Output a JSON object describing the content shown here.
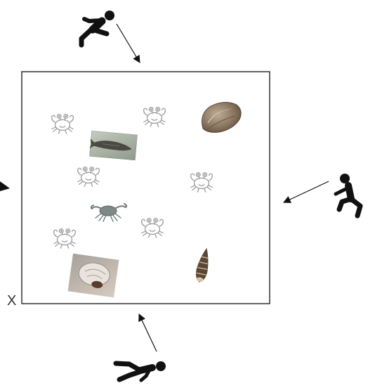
{
  "corner_label": "X",
  "colors": {
    "ink": "#111111",
    "frame": "#222222",
    "crab_line": "#9a9a9a",
    "photo_crab": "#6e7a78",
    "oyster": "#8a7560",
    "fish_bg": "#a9b2a4",
    "snail_bg": "#b9a89a",
    "cone_shell": "#5a4634"
  },
  "observers": [
    {
      "name": "observer-top",
      "pose": "sprinter",
      "facing": "down-right"
    },
    {
      "name": "observer-right",
      "pose": "crouching",
      "facing": "left"
    },
    {
      "name": "observer-bottom",
      "pose": "crawling",
      "facing": "up-left"
    },
    {
      "name": "observer-left",
      "pose": "partially-visible",
      "facing": "right"
    }
  ],
  "plot_items": [
    {
      "name": "cartoon-crab-icon",
      "count": 6
    },
    {
      "name": "crab-photo",
      "count": 1
    },
    {
      "name": "oyster-photo",
      "count": 1
    },
    {
      "name": "fish-photo",
      "count": 1
    },
    {
      "name": "snail-photo",
      "count": 1
    },
    {
      "name": "cone-shell-photo",
      "count": 1
    }
  ]
}
